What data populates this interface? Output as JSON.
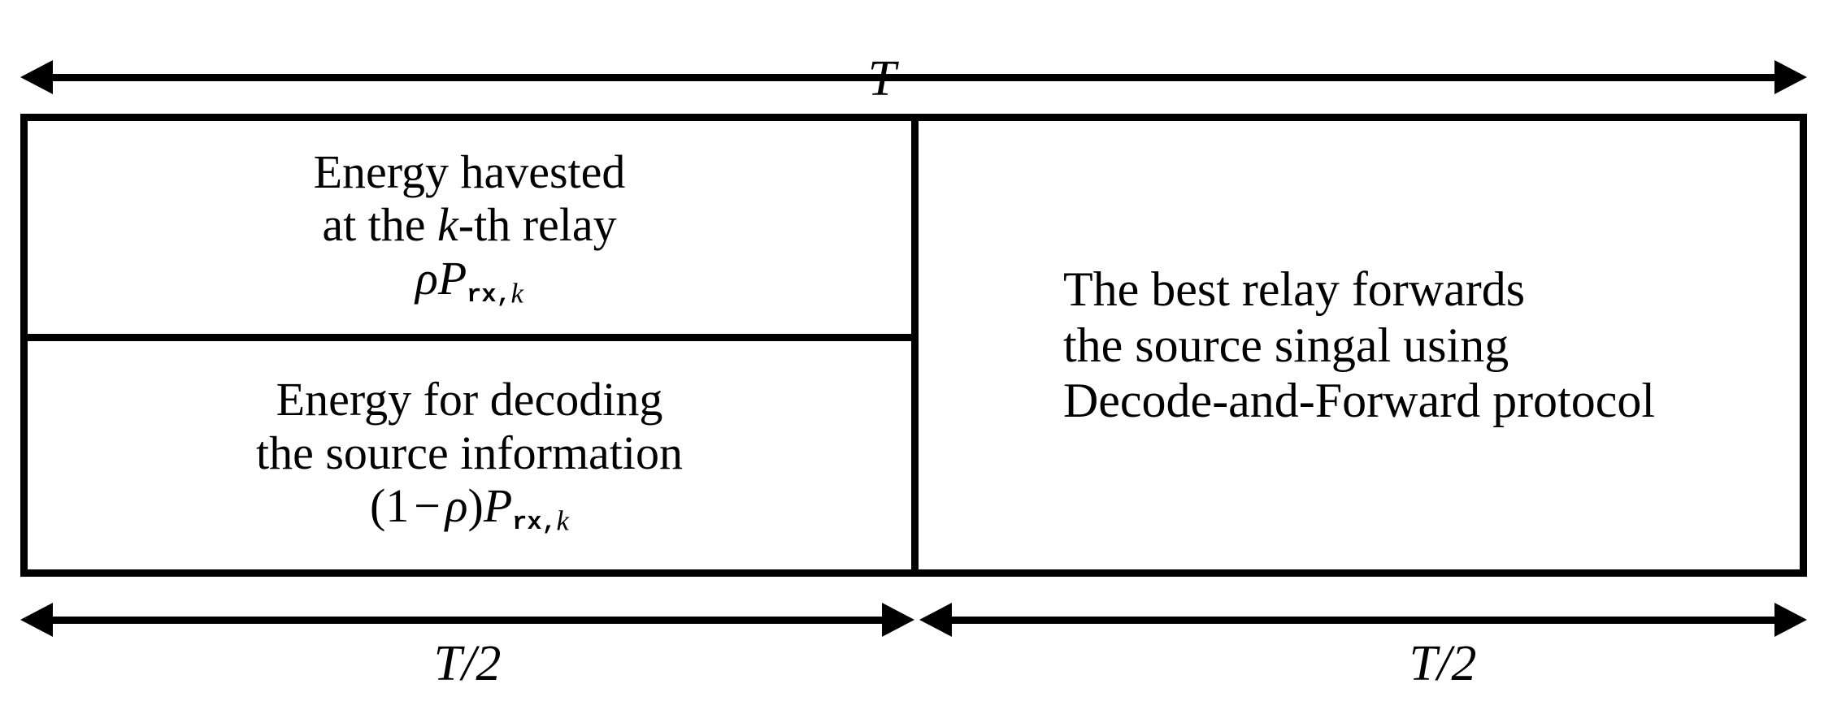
{
  "diagram": {
    "title_symbol": "T",
    "top_arrow": {
      "name": "total-frame-duration-arrow",
      "label": "T"
    },
    "frame": {
      "left_column": {
        "top_cell": {
          "name": "energy-harvesting-cell",
          "line1": "Energy havested",
          "line2_prefix": "at the ",
          "line2_symbol": "k",
          "line2_suffix": "-th relay",
          "formula": {
            "rho": "ρ",
            "P": "P",
            "subscript_rx": "rx,",
            "subscript_k": "k"
          }
        },
        "bottom_cell": {
          "name": "decoding-energy-cell",
          "line1": "Energy for decoding",
          "line2": "the source information",
          "formula": {
            "open_paren": "(",
            "one": "1",
            "minus": "−",
            "rho": "ρ",
            "close_paren": ")",
            "P": "P",
            "subscript_rx": "rx,",
            "subscript_k": "k"
          }
        }
      },
      "right_column": {
        "name": "relay-forwarding-cell",
        "line1": "The best relay forwards",
        "line2": "the source singal using",
        "line3": "Decode-and-Forward protocol"
      }
    },
    "bottom_arrows": [
      {
        "name": "first-half-slot-arrow",
        "label": "T/2"
      },
      {
        "name": "second-half-slot-arrow",
        "label": "T/2"
      }
    ],
    "colors": {
      "stroke": "#000000",
      "background": "#ffffff"
    }
  }
}
